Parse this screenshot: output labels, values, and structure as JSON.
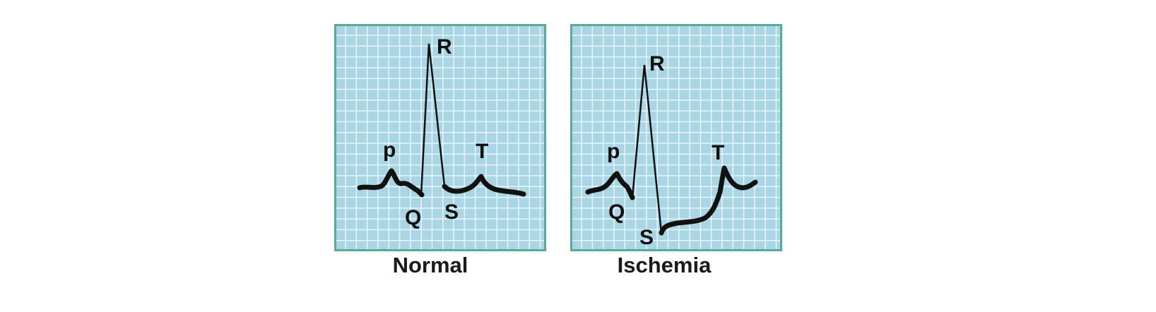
{
  "colors": {
    "grid_background": "#a9d5e4",
    "grid_line": "#e8f5fa",
    "border": "#5aa99b",
    "trace": "#111111"
  },
  "panels": [
    {
      "caption": "Normal",
      "labels": {
        "p": "p",
        "q": "Q",
        "r": "R",
        "s": "S",
        "t": "T"
      }
    },
    {
      "caption": "Ischemia",
      "labels": {
        "p": "p",
        "q": "Q",
        "r": "R",
        "s": "S",
        "t": "T"
      }
    }
  ]
}
